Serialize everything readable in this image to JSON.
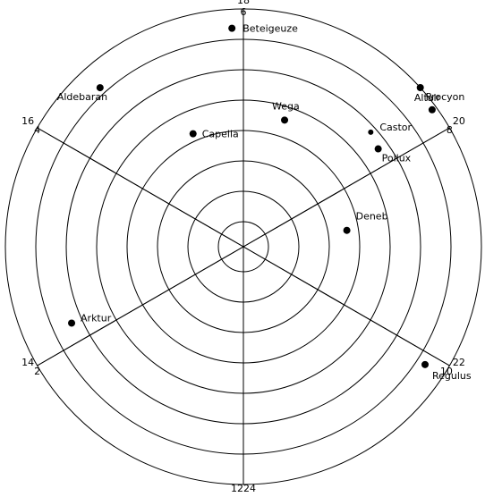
{
  "chart_data": {
    "type": "scatter",
    "coordinate_system": "polar",
    "angular_unit": "hours",
    "grid": true,
    "rings": 8,
    "hour_labels": [
      "24",
      "2",
      "4",
      "6",
      "8",
      "10",
      "12",
      "14",
      "16",
      "18",
      "20",
      "22"
    ],
    "hour_label_values": [
      24,
      2,
      4,
      6,
      8,
      10,
      12,
      14,
      16,
      18,
      20,
      22
    ],
    "stars": [
      {
        "name": "Altair",
        "hour": 19.8,
        "radius": 0.98
      },
      {
        "name": "Wega",
        "hour": 18.6,
        "radius": 0.56
      },
      {
        "name": "Deneb",
        "hour": 20.7,
        "radius": 0.44
      },
      {
        "name": "Arktur",
        "hour": 14.2,
        "radius": 0.79
      },
      {
        "name": "Capella",
        "hour": 5.2,
        "radius": 0.52
      },
      {
        "name": "Castor",
        "hour": 7.6,
        "radius": 0.72
      },
      {
        "name": "Pollux",
        "hour": 7.8,
        "radius": 0.7
      },
      {
        "name": "Regulus",
        "hour": 10.1,
        "radius": 0.91
      },
      {
        "name": "Aldebaran",
        "hour": 4.6,
        "radius": 0.9
      },
      {
        "name": "Procyon",
        "hour": 7.6,
        "radius": 1.0
      },
      {
        "name": "Beteigeuze",
        "hour": 5.9,
        "radius": 0.92
      }
    ],
    "colors": {
      "stroke": "#000000",
      "dot": "#000000",
      "background": "#ffffff"
    }
  }
}
